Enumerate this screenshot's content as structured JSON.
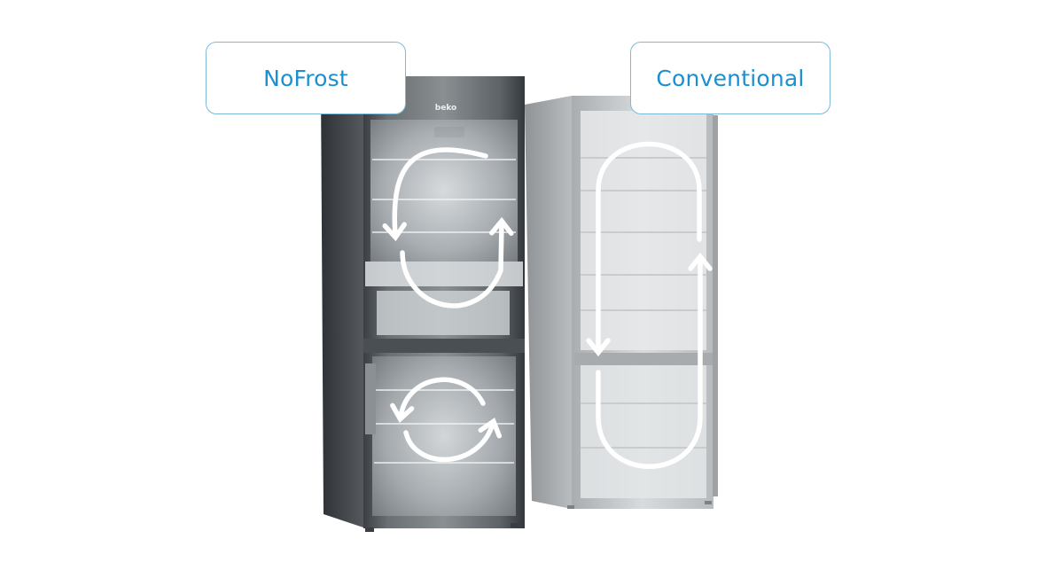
{
  "labels": {
    "nofrost": "NoFrost",
    "conventional": "Conventional"
  },
  "brand": "beko",
  "colors": {
    "label_text": "#1b8fd0",
    "label_border": "#7fb9d9",
    "arrow": "#ffffff",
    "fridge_dark": "#5c6166",
    "fridge_light": "#c8cbcd"
  }
}
